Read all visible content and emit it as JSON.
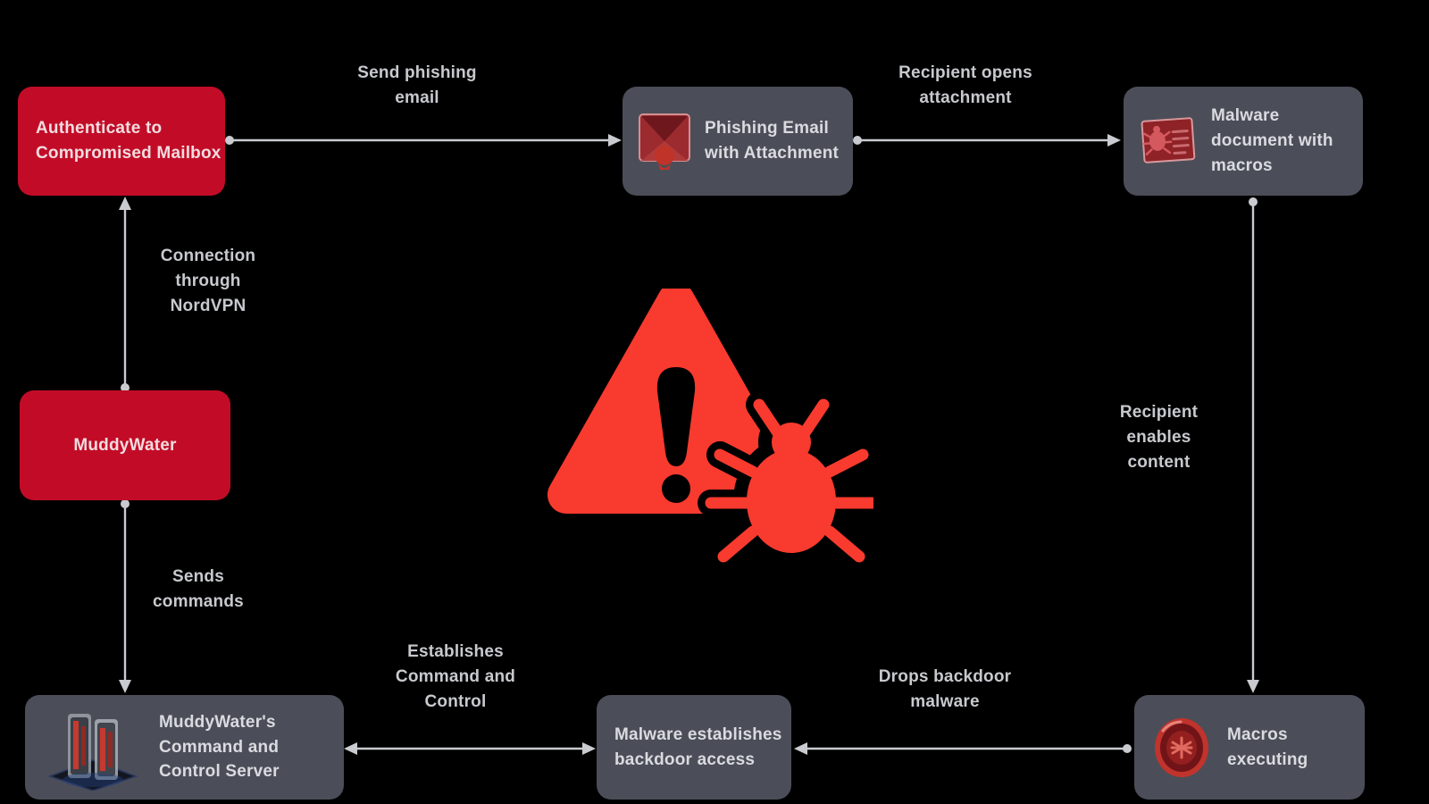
{
  "nodes": {
    "authenticate": {
      "label": "Authenticate to Compromised Mailbox"
    },
    "muddywater": {
      "label": "MuddyWater"
    },
    "phishing_email": {
      "label": "Phishing Email with Attachment"
    },
    "malware_document": {
      "label": "Malware document with macros"
    },
    "c2_server": {
      "label": "MuddyWater's Command and Control Server"
    },
    "malware_backdoor": {
      "label": "Malware establishes backdoor access"
    },
    "macros_executing": {
      "label": "Macros executing"
    }
  },
  "edges": {
    "send_phishing": {
      "label": "Send phishing email"
    },
    "recipient_opens": {
      "label": "Recipient opens attachment"
    },
    "connection_nordvpn": {
      "label": "Connection through NordVPN"
    },
    "recipient_enables": {
      "label": "Recipient enables content"
    },
    "sends_commands": {
      "label": "Sends commands"
    },
    "establishes_c2": {
      "label": "Establishes Command and Control"
    },
    "drops_backdoor": {
      "label": "Drops backdoor malware"
    }
  },
  "colors": {
    "background": "#000000",
    "node_red": "#c20c27",
    "node_gray": "#4b4e58",
    "node_red_text": "#f2dce0",
    "node_gray_text": "#d9dbe0",
    "edge_label_text": "#c7c9cd",
    "connector": "#c9cbd0",
    "warning_red": "#f93a2e"
  },
  "icons": {
    "center": "warning-triangle-bug-icon",
    "phishing": "phishing-email-icon",
    "malware_document": "malware-document-icon",
    "server": "command-control-server-icon",
    "macros": "macros-badge-icon"
  }
}
